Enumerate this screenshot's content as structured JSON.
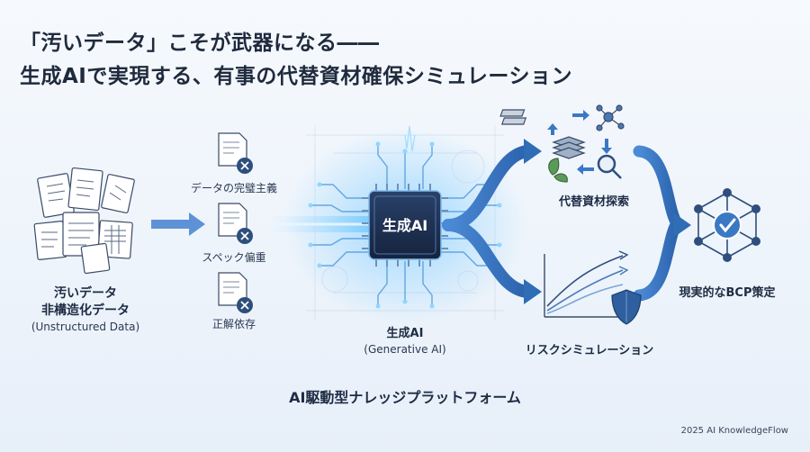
{
  "title": {
    "line1": "「汚いデータ」こそが武器になる――",
    "line2": "生成AIで実現する、有事の代替資材確保シミュレーション"
  },
  "input": {
    "line1": "汚いデータ",
    "line2": "非構造化データ",
    "line3": "(Unstructured Data)"
  },
  "problems": [
    {
      "label": "データの完璧主義"
    },
    {
      "label": "スペック偏重"
    },
    {
      "label": "正解依存"
    }
  ],
  "core": {
    "chip_label": "生成AI",
    "caption": "生成AI",
    "caption_en": "(Generative AI)"
  },
  "outputs": {
    "search": "代替資材探索",
    "risk": "リスクシミュレーション"
  },
  "result": "現実的なBCP策定",
  "platform": "AI駆動型ナレッジプラットフォーム",
  "footer": "2025 AI KnowledgeFlow",
  "colors": {
    "accent": "#2f6db5",
    "flow_blue": "#3b78c4",
    "glow": "#5cc4ff",
    "chip": "#1b2c4a",
    "x_badge": "#2e4f7d"
  }
}
